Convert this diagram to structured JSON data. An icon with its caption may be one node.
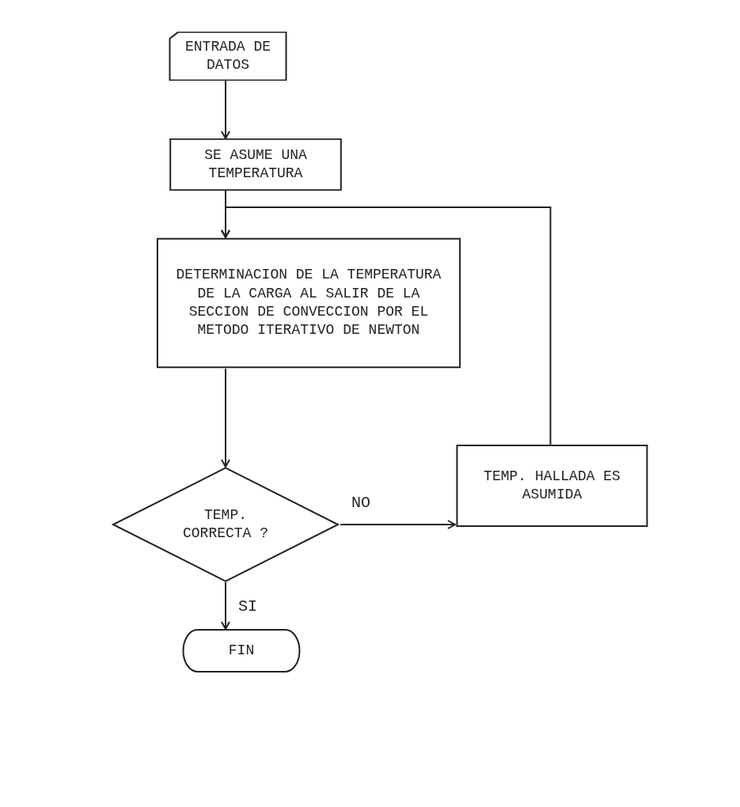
{
  "diagram": {
    "nodes": [
      {
        "text": [
          "ENTRADA DE DATOS"
        ]
      },
      {
        "text": [
          "SE ASUME UNA TEMPERATURA"
        ]
      },
      {
        "text": [
          "DETERMINACION DE LA TEMPERATURA DE LA CARGA AL SALIR DE LA SECCION DE CONVECCION POR EL METODO ITERATIVO DE NEWTON"
        ]
      },
      {
        "text": [
          "TEMP. CORRECTA ?"
        ]
      },
      {
        "text": [
          "TEMP. HALLADA ES ASUMIDA"
        ]
      },
      {
        "text": [
          "FIN"
        ]
      }
    ],
    "edges": [
      {
        "from": 0,
        "to": 1,
        "arrow": "to"
      },
      {
        "from": 1,
        "to": 2,
        "arrow": "to"
      },
      {
        "from": 2,
        "to": 3,
        "arrow": "to"
      },
      {
        "from": 3,
        "to": 4,
        "arrow": "to",
        "label": "NO"
      },
      {
        "from": 4,
        "to": 2,
        "arrow": "to"
      },
      {
        "from": 3,
        "to": 5,
        "arrow": "to",
        "label": "SI"
      }
    ]
  }
}
